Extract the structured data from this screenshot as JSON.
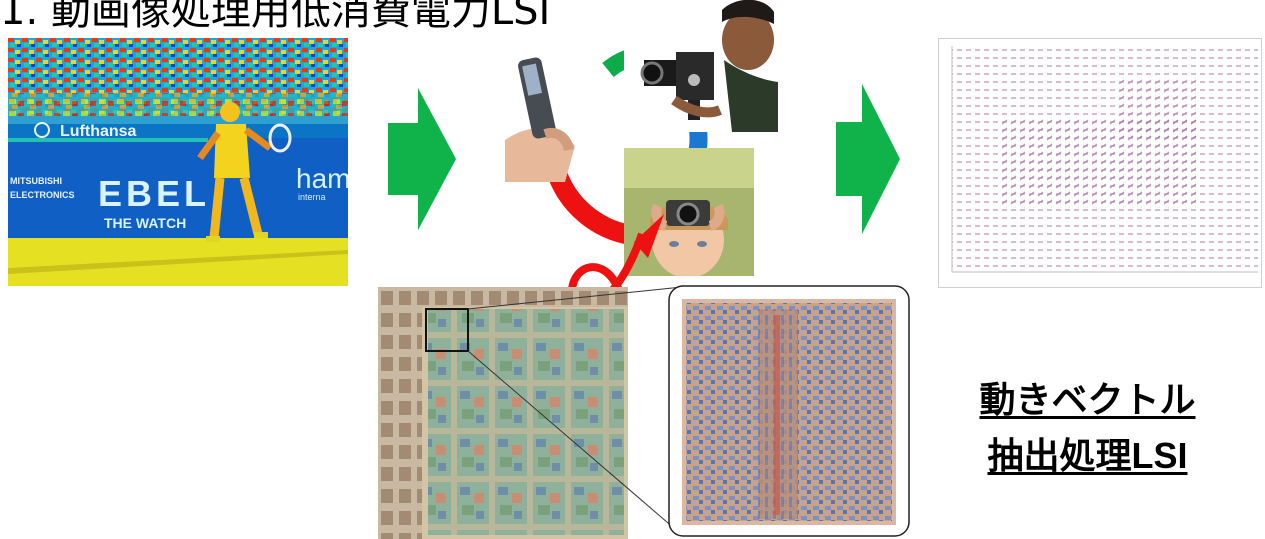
{
  "slide": {
    "title": "1. 動画像処理用低消費電力LSI",
    "caption_line1": "動きベクトル",
    "caption_line2": "抽出処理LSI"
  },
  "tennis_image": {
    "logo_text": "Lufthansa",
    "banner_text": "EBEL",
    "banner_sub": "THE WATCH",
    "side_text_1": "MITSUBISHI",
    "side_text_2": "ELECTRONICS",
    "right_text": "ham",
    "right_sub": "interna"
  },
  "colors": {
    "arrow": "#10b24a",
    "loop": "#ee1111",
    "loop_green": "#0dac4a",
    "loop_blue": "#1a78d0",
    "vector_marks": "#b07aa8"
  }
}
